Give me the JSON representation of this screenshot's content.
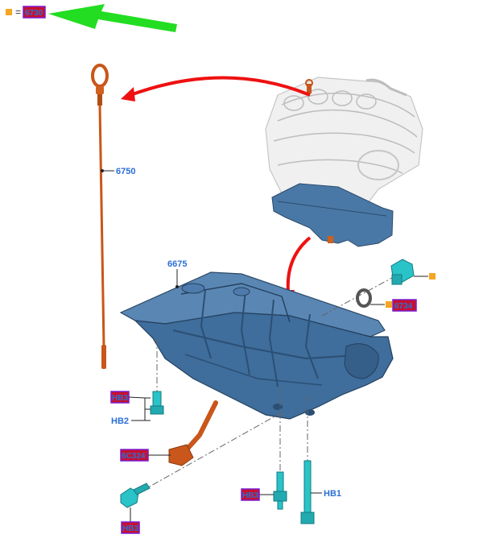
{
  "legend": {
    "equals": "=",
    "ref": "6730",
    "marker_color": "#f5a623"
  },
  "colors": {
    "callout_text": "#2a6fd6",
    "hotspot_fill": "#c8102e",
    "hotspot_border": "#7a1bd1",
    "pointer_arrow": "#22dd22",
    "red_arrow": "#ee1111",
    "part_orange": "#c9561a",
    "pan_blue": "#3f6d9c",
    "fastener_teal": "#29c3c8"
  },
  "labels": {
    "dipstick": "6750",
    "oil_pan": "6675",
    "hb2": "HB2",
    "hb1": "HB1"
  },
  "hotspots": {
    "drain_plug": "6734",
    "hb3_left": "HB3",
    "tube": "6C324",
    "bolt_lower_left": "HB3",
    "bolt_center": "HB3"
  }
}
